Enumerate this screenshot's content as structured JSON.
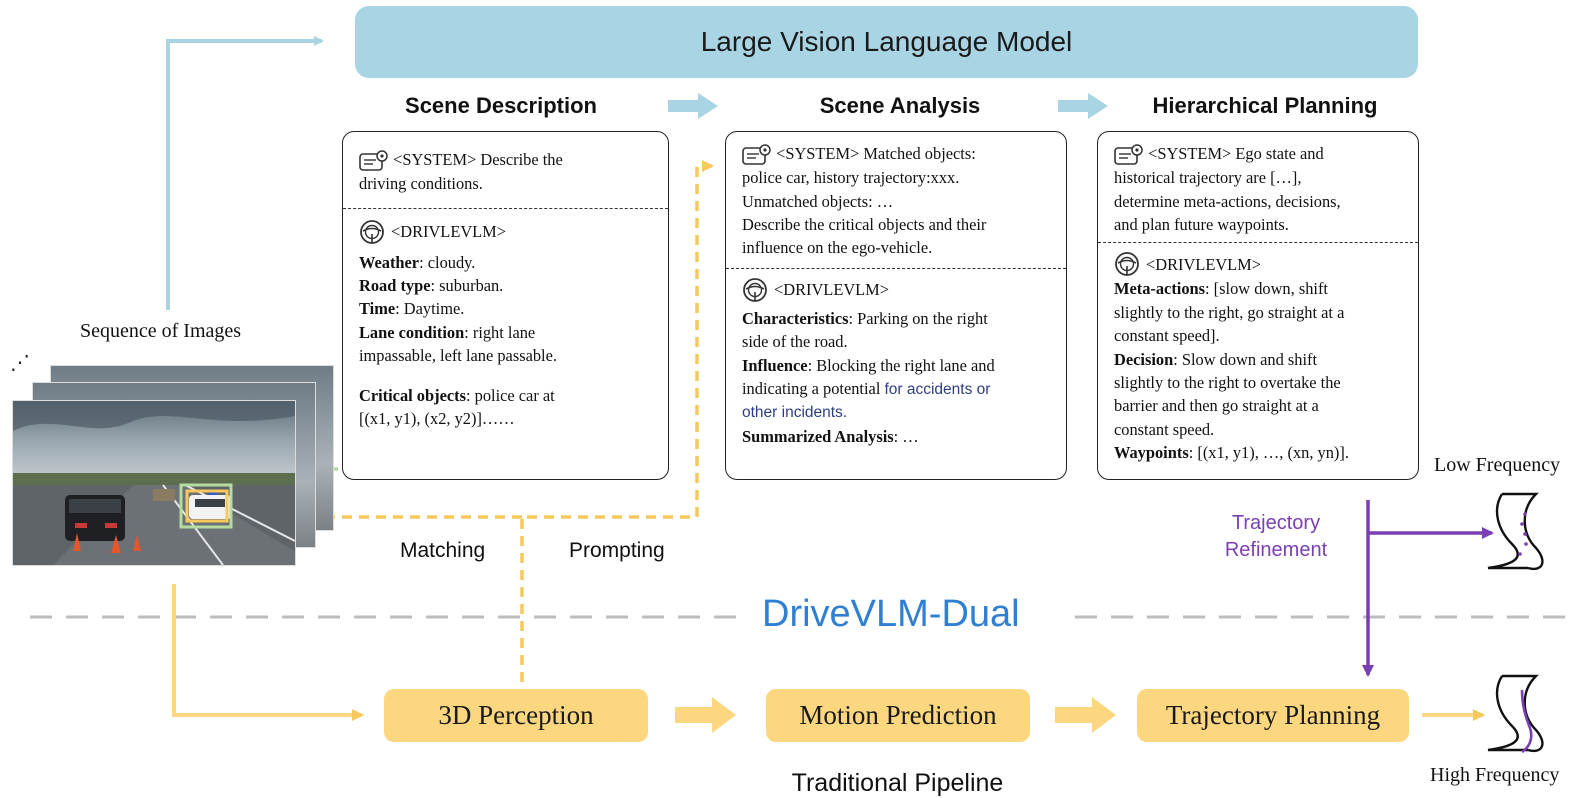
{
  "header": {
    "title": "Large Vision Language Model"
  },
  "stages": {
    "scene_description": "Scene Description",
    "scene_analysis": "Scene Analysis",
    "hierarchical_planning": "Hierarchical Planning"
  },
  "cards": {
    "description": {
      "system_tag": "<SYSTEM>",
      "system_text_1": " Describe the",
      "system_text_2": "driving conditions.",
      "model_tag": "<DRIVLEVLM>",
      "weather_key": "Weather",
      "weather_val": ": cloudy.",
      "road_key": "Road type",
      "road_val": ": suburban.",
      "time_key": "Time",
      "time_val": ": Daytime.",
      "lane_key": "Lane condition",
      "lane_val": ": right lane",
      "lane_val_2": "impassable, left lane passable.",
      "critical_key": "Critical objects",
      "critical_val": ": police car at",
      "critical_val_2": "[(x1, y1), (x2, y2)]……"
    },
    "analysis": {
      "system_tag": "<SYSTEM>",
      "system_text_1": " Matched objects:",
      "system_text_2": "police car, history trajectory:xxx.",
      "system_text_3": "Unmatched objects: …",
      "system_text_4": "Describe the critical objects and their",
      "system_text_5": "influence on the ego-vehicle.",
      "model_tag": "<DRIVLEVLM>",
      "char_key": "Characteristics",
      "char_val": ": Parking on the right",
      "char_val_2": "side of the road.",
      "infl_key": "Influence",
      "infl_val": ": Blocking the right lane and",
      "infl_val_2": "indicating a potential ",
      "infl_blue_1": "for accidents or",
      "infl_blue_2": "other incidents.",
      "sum_key": "Summarized Analysis",
      "sum_val": ": …"
    },
    "planning": {
      "system_tag": "<SYSTEM>",
      "system_text_1": " Ego state and",
      "system_text_2": "historical trajectory are […],",
      "system_text_3": "determine meta-actions, decisions,",
      "system_text_4": "and plan future waypoints.",
      "model_tag": "<DRIVLEVLM>",
      "meta_key": "Meta-actions",
      "meta_val": ": [slow down, shift",
      "meta_val_2": "slightly to the right, go straight at a",
      "meta_val_3": "constant speed].",
      "dec_key": "Decision",
      "dec_val": ": Slow down and shift",
      "dec_val_2": "slightly to the right to overtake the",
      "dec_val_3": "barrier and then go straight at a",
      "dec_val_4": "constant speed.",
      "way_key": "Waypoints",
      "way_val": ": [(x1, y1), …, (xn, yn)]."
    }
  },
  "labels": {
    "sequence": "Sequence of Images",
    "ellipsis": "⋰",
    "matching": "Matching",
    "prompting": "Prompting",
    "dual": "DriveVLM-Dual",
    "traj_refine_1": "Trajectory",
    "traj_refine_2": "Refinement",
    "low_freq": "Low Frequency",
    "high_freq": "High Frequency",
    "traditional": "Traditional Pipeline"
  },
  "pipeline": {
    "perception": "3D Perception",
    "motion": "Motion Prediction",
    "planning": "Trajectory Planning"
  },
  "colors": {
    "lvlm_fill": "#a8d4e4",
    "blue_arrow": "#a8d4e4",
    "yellow": "#fcd77f",
    "green_dash": "#b5dba0",
    "purple": "#7a3fb2",
    "dual_text": "#2f7fd2"
  },
  "icons": [
    "system-settings-icon",
    "steering-wheel-icon",
    "road-curve-icon"
  ]
}
